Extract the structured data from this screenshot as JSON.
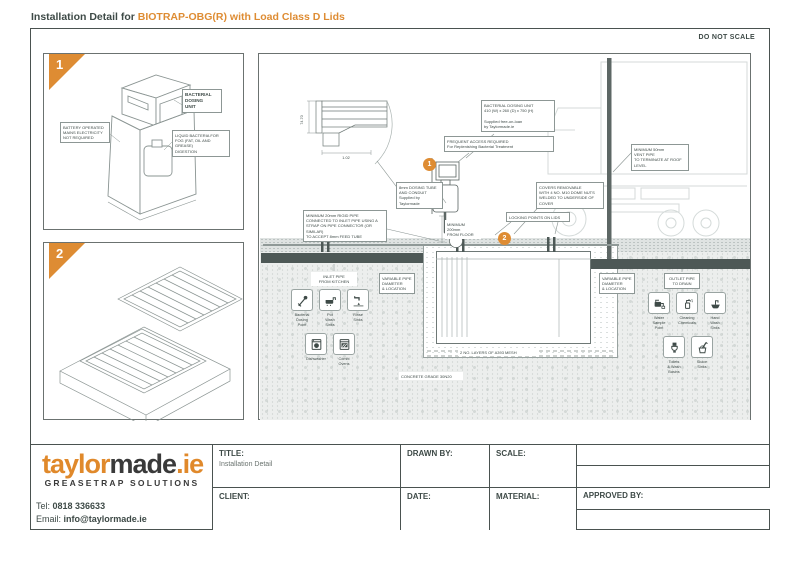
{
  "header": {
    "title_prefix": "Installation Detail for ",
    "title_highlight": "BIOTRAP-OBG(R) with Load Class D Lids",
    "do_not_scale": "DO NOT SCALE"
  },
  "colors": {
    "accent_orange": "#DE8C33",
    "ink": "#3E4A47",
    "pipe_dark": "#4D5856"
  },
  "detail_1": {
    "number": "1",
    "unit_box": "BACTERIAL\nDOSING\nUNIT",
    "battery": "BATTERY OPERATED\nMAINS ELECTRICITY\nNOT REQUIRED",
    "liquid": "LIQUID BACTERIA FOR\nFOG (FAT, OIL AND GREASE)\nDIGESTION"
  },
  "detail_2": {
    "number": "2"
  },
  "drawing": {
    "marker_1": "1",
    "marker_2": "2",
    "dim_height": "74.70",
    "dim_width": "1.02",
    "labels": {
      "dosing_unit": "BACTERIAL DOSING UNIT\n410 (W) x 260 (D) x 750 (H)\n\nSupplied free-on-loan\nby Taylormade.ie",
      "access": "FREQUENT ACCESS REQUIRED\nFor Replenishing Bacterial Treatment",
      "vent": "MINIMUM 50mm\nVENT PIPE\nTO TERMINATE AT ROOF LEVEL",
      "covers": "COVERS REMOVABLE\nWITH 4 NO. M10 DOME NUTS\nWELDED TO UNDERSIDE OF COVER",
      "locking": "LOCKING POINTS ON LIDS",
      "dosing_tube": "8mm DOSING TUBE\nAND CONDUIT\nSupplied by Taylormade",
      "rigid_pipe": "MINIMUM 20mm RIGID PIPE\nCONNECTED TO INLET PIPE USING A\nSTRAP ON PIPE CONNECTOR (OR SIMILAR)\nTO ACCEPT 8mm FEED TUBE",
      "min_floor": "MINIMUM 200mm\nFROM FLOOR",
      "inlet": "INLET PIPE\nFROM KITCHEN",
      "variable_left": "VARIABLE PIPE\nDIAMETER\n& LOCATION",
      "variable_right": "VARIABLE PIPE\nDIAMETER\n& LOCATION",
      "outlet": "OUTLET PIPE\nTO DRAIN",
      "mesh": "2 NO. LAYERS OF A393 MESH",
      "concrete": "CONCRETE GRADE 30N20"
    },
    "kitchen_group": [
      {
        "icon": "dropper",
        "label": "Bacterial\nDosing\nPoint"
      },
      {
        "icon": "pot-wash-sink",
        "label": "Pot\nWash\nSinks"
      },
      {
        "icon": "rinse-sink",
        "label": "Rinse\nSinks"
      },
      {
        "icon": "dishwasher",
        "label": "Dishwasher"
      },
      {
        "icon": "combi-oven",
        "label": "Combi\nOvens"
      }
    ],
    "drain_group": [
      {
        "icon": "water-sample",
        "label": "Water\nSample\nPoint"
      },
      {
        "icon": "cleaning-chemicals",
        "label": "Cleaning\nChemicals"
      },
      {
        "icon": "hand-wash",
        "label": "Hand\nWash\nSinks"
      },
      {
        "icon": "toilet",
        "label": "Toilets\n& Wash\nBasins"
      },
      {
        "icon": "sluice",
        "label": "Sluice\nSinks"
      }
    ]
  },
  "title_block": {
    "logo_taylor": "taylor",
    "logo_made": "made",
    "logo_ie": ".ie",
    "logo_subtitle": "GREASETRAP SOLUTIONS",
    "tel_label": "Tel: ",
    "tel_value": "0818 336633",
    "email_label": "Email: ",
    "email_value": "info@taylormade.ie",
    "title_label": "TITLE:",
    "title_value": "Installation Detail",
    "drawn_label": "DRAWN BY:",
    "scale_label": "SCALE:",
    "client_label": "CLIENT:",
    "date_label": "DATE:",
    "material_label": "MATERIAL:",
    "approved_label": "APPROVED BY:"
  }
}
